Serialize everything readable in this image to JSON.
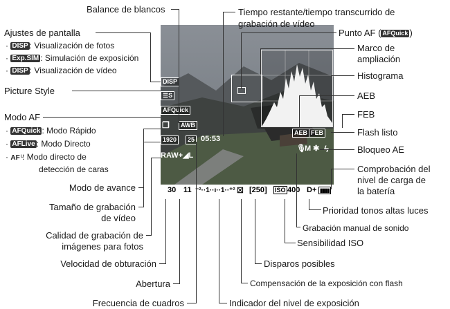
{
  "labels": {
    "balance_blancos": "Balance de blancos",
    "tiempo_l1": "Tiempo restante/tiempo transcurrido de",
    "tiempo_l2": "grabación de vídeo",
    "punto_af": "Punto AF (",
    "punto_af_tag": "AFQuick",
    "punto_af_end": ")",
    "marco_l1": "Marco de",
    "marco_l2": "ampliación",
    "histograma": "Histograma",
    "aeb": "AEB",
    "feb": "FEB",
    "flash_listo": "Flash listo",
    "bloqueo_ae": "Bloqueo AE",
    "comprob_l1": "Comprobación del",
    "comprob_l2": "nivel de carga de",
    "comprob_l3": "la batería",
    "prioridad": "Prioridad tonos altas luces",
    "grab_sonido": "Grabación manual de sonido",
    "sens_iso": "Sensibilidad ISO",
    "disparos": "Disparos posibles",
    "comp_flash": "Compensación de la exposición con flash",
    "indicador": "Indicador del nivel de exposición",
    "frecuencia": "Frecuencia de cuadros",
    "abertura": "Abertura",
    "velocidad": "Velocidad de obturación",
    "calidad_l1": "Calidad de grabación de",
    "calidad_l2": "imágenes para fotos",
    "tamano_l1": "Tamaño de grabación",
    "tamano_l2": "de vídeo",
    "modo_avance": "Modo de avance",
    "picture_style": "Picture Style",
    "ajustes": "Ajustes de pantalla",
    "ajustes_items": [
      {
        "tag": "DISP",
        "text": ": Visualización de fotos"
      },
      {
        "tag": "Exp.SIM",
        "text": ": Simulación de exposición"
      },
      {
        "tag": "DISP",
        "text": ": Visualización de vídeo"
      }
    ],
    "modo_af": "Modo AF",
    "modo_af_items": [
      {
        "tag": "AFQuick",
        "text": ": Modo Rápido"
      },
      {
        "tag": "AFLive",
        "text": ": Modo Directo"
      },
      {
        "tag": "AF",
        "text": ": Modo directo de"
      }
    ],
    "modo_af_cont": "detección de caras"
  },
  "screen": {
    "disp": "DISP",
    "picture_style": "S",
    "af_mode": "AFQuick",
    "wb": "AWB",
    "movie_size": "1920",
    "frame_rate": "25",
    "time": "05:53",
    "quality": "RAW+◢L",
    "aeb": "AEB",
    "feb": "FEB",
    "mic": "M",
    "ae_lock": "✱",
    "flash": "ϟ"
  },
  "info_bar": {
    "shutter": "30",
    "aperture": "11",
    "exposure_scale": "⁻²··1··ı··1··⁺²",
    "flash_comp": "☒",
    "shots": "[250]",
    "iso_icon": "ISO",
    "iso": "400",
    "d_plus": "D+",
    "battery": "▮▮▮▮"
  }
}
